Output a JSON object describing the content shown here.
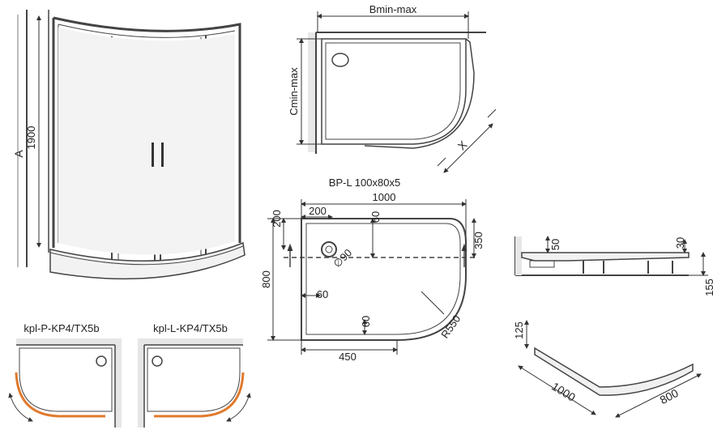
{
  "cabin": {
    "dim_height": "1900",
    "dim_a": "A"
  },
  "top_view": {
    "b_label": "Bmin-max",
    "c_label": "Cmin-max",
    "x_label": "X"
  },
  "tray_plan": {
    "title": "BP-L 100x80x5",
    "width": "1000",
    "depth": "800",
    "dim_200_left": "200",
    "dim_200_top": "200",
    "dim_60_top": "60",
    "dim_350": "350",
    "drain": "∅90",
    "dim_60_left": "60",
    "dim_60_bottom": "60",
    "dim_450": "450",
    "radius": "R550"
  },
  "variants": {
    "right": "kpl-P-KP4/TX5b",
    "left": "kpl-L-KP4/TX5b"
  },
  "section": {
    "dim_50": "50",
    "dim_30": "30",
    "dim_155": "155"
  },
  "tray_3d": {
    "dim_125": "125",
    "dim_1000": "1000",
    "dim_800": "800"
  }
}
